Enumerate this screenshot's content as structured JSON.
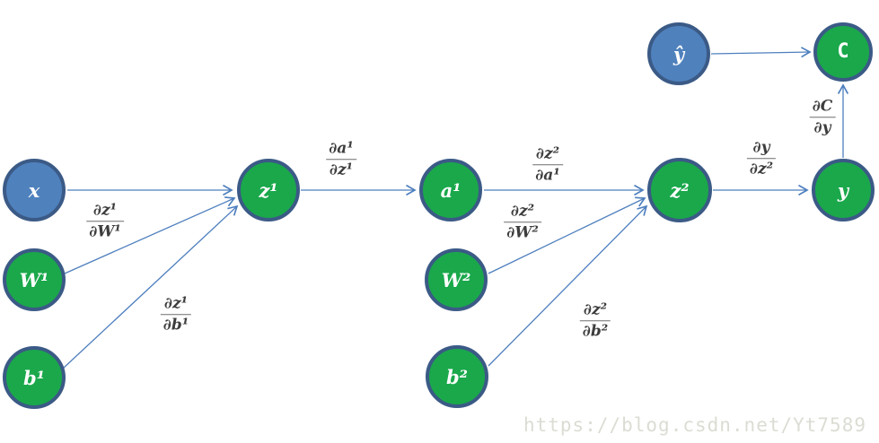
{
  "diagram": {
    "title": "neural-network backpropagation computational graph",
    "watermark": "https://blog.csdn.net/Yt7589",
    "colors": {
      "node_blue_fill": "#4f81bd",
      "node_green_fill": "#1aa84b",
      "node_border": "#3b5a86",
      "arrow": "#4e7fbe",
      "formula_text": "#3d3d3d",
      "node_text": "#ffffff",
      "watermark_text": "#dcdcd4"
    },
    "nodes": [
      {
        "id": "x",
        "label": "x",
        "fill": "blue"
      },
      {
        "id": "w1",
        "label": "W¹",
        "fill": "green"
      },
      {
        "id": "b1",
        "label": "b¹",
        "fill": "green"
      },
      {
        "id": "z1",
        "label": "z¹",
        "fill": "green"
      },
      {
        "id": "a1",
        "label": "a¹",
        "fill": "green"
      },
      {
        "id": "w2",
        "label": "W²",
        "fill": "green"
      },
      {
        "id": "b2",
        "label": "b²",
        "fill": "green"
      },
      {
        "id": "z2",
        "label": "z²",
        "fill": "green"
      },
      {
        "id": "y",
        "label": "y",
        "fill": "green"
      },
      {
        "id": "yhat",
        "label": "ŷ",
        "fill": "blue"
      },
      {
        "id": "c",
        "label": "C",
        "fill": "green"
      }
    ],
    "edges": [
      {
        "from": "x",
        "to": "z1"
      },
      {
        "from": "w1",
        "to": "z1"
      },
      {
        "from": "b1",
        "to": "z1"
      },
      {
        "from": "z1",
        "to": "a1"
      },
      {
        "from": "a1",
        "to": "z2"
      },
      {
        "from": "w2",
        "to": "z2"
      },
      {
        "from": "b2",
        "to": "z2"
      },
      {
        "from": "z2",
        "to": "y"
      },
      {
        "from": "y",
        "to": "c"
      },
      {
        "from": "yhat",
        "to": "c"
      }
    ],
    "edge_labels": [
      {
        "num": "∂z¹",
        "den": "∂W¹"
      },
      {
        "num": "∂z¹",
        "den": "∂b¹"
      },
      {
        "num": "∂a¹",
        "den": "∂z¹"
      },
      {
        "num": "∂z²",
        "den": "∂a¹"
      },
      {
        "num": "∂z²",
        "den": "∂W²"
      },
      {
        "num": "∂z²",
        "den": "∂b²"
      },
      {
        "num": "∂y",
        "den": "∂z²"
      },
      {
        "num": "∂C",
        "den": "∂y"
      }
    ]
  }
}
